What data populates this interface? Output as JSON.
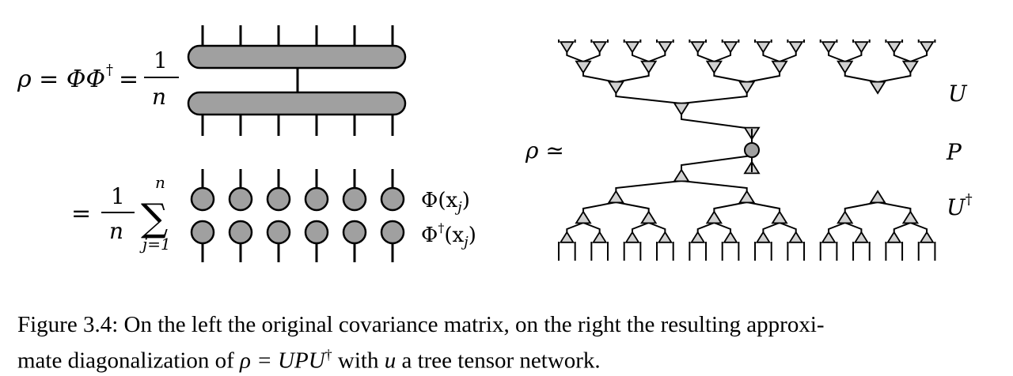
{
  "left": {
    "rho_eq": "ρ = ΦΦ",
    "dagger": "†",
    "eq": "=",
    "one": "1",
    "n": "n",
    "sum_eq": "=",
    "sum_sym": "∑",
    "sum_upper": "n",
    "sum_lower": "j=1",
    "phi_x": "Φ(x",
    "phi_dag_x": "Φ",
    "phi_dag_rest": "(x",
    "sub_j": "j",
    "close": ")"
  },
  "right": {
    "rho_approx": "ρ  ≃",
    "label_U": "U",
    "label_P": "P",
    "label_Udag": "U",
    "dagger": "†"
  },
  "caption": {
    "line1": "Figure 3.4: On the left the original covariance matrix, on the right the resulting approxi-",
    "line2_a": "mate diagonalization of ",
    "line2_math": "ρ = UPU",
    "line2_dag": "†",
    "line2_b": " with ",
    "line2_u": "u",
    "line2_c": " a tree tensor network."
  },
  "colors": {
    "node_fill": "#a0a0a0",
    "node_fill_light": "#d0d0d0",
    "stroke": "#000000"
  }
}
